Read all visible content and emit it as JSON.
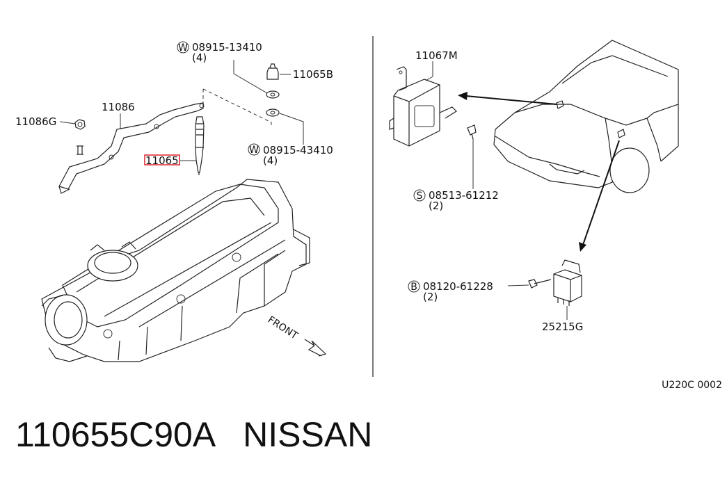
{
  "diagram": {
    "left_labels": {
      "washer_top": "08915-13410",
      "washer_top_qty": "(4)",
      "part_11065B": "11065B",
      "part_11086": "11086",
      "part_11086G": "11086G",
      "part_11065_highlight": "11065",
      "washer_bottom": "08915-43410",
      "washer_bottom_qty": "(4)",
      "front": "FRONT"
    },
    "right_labels": {
      "part_11067M": "11067M",
      "screw": "08513-61212",
      "screw_qty": "(2)",
      "bolt": "08120-61228",
      "bolt_qty": "(2)",
      "part_25215G": "25215G"
    },
    "symbols": {
      "w": "W",
      "s": "S",
      "b": "B"
    },
    "diagram_code": "U220C 0002"
  },
  "caption": {
    "part_number": "110655C90A",
    "brand": "NISSAN"
  },
  "colors": {
    "highlight": "#e0202a",
    "ink": "#222222"
  }
}
